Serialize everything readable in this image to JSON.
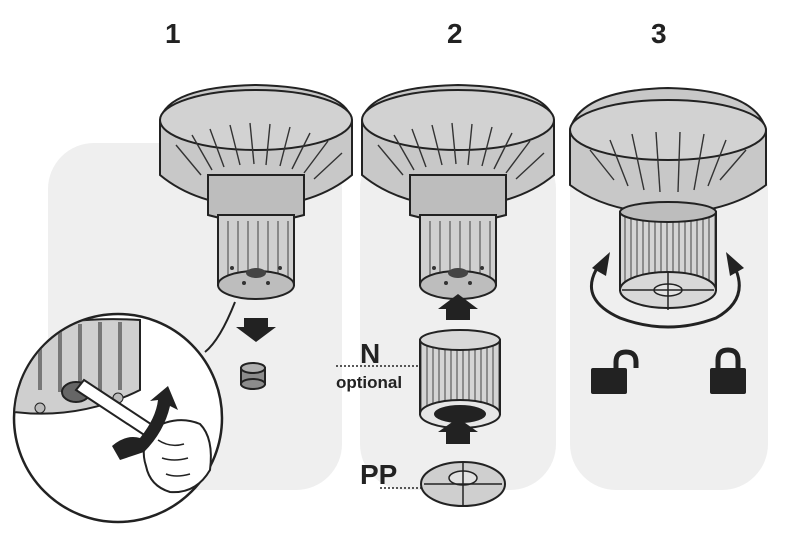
{
  "steps": [
    {
      "number": "1",
      "action": "remove-plug-with-tool"
    },
    {
      "number": "2",
      "action": "insert-filters"
    },
    {
      "number": "3",
      "action": "rotate-to-lock"
    }
  ],
  "labels": {
    "n": "N",
    "optional": "optional",
    "pp": "PP"
  },
  "colors": {
    "panel": "#efefef",
    "part_gray": "#c8c8c8",
    "part_dark": "#9a9a9a",
    "ink": "#222222"
  },
  "icons": [
    "arrow-down-icon",
    "arrow-up-icon",
    "curved-arrow-icon",
    "rotate-arrow-icon",
    "unlocked-padlock-icon",
    "locked-padlock-icon",
    "hand-icon",
    "screwdriver-icon"
  ]
}
